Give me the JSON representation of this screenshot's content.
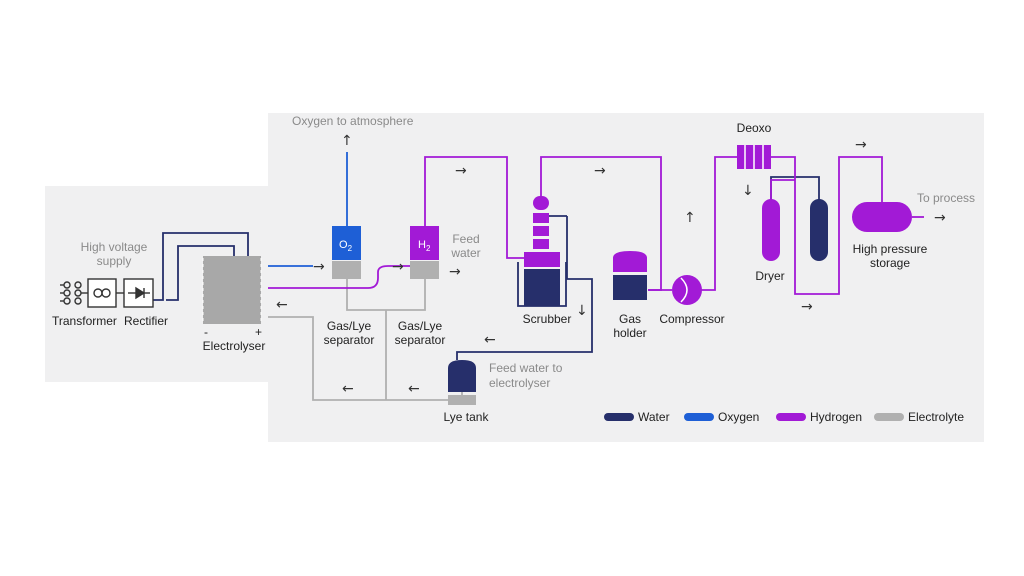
{
  "colors": {
    "water": "#262f6b",
    "oxygen": "#1e5fd6",
    "hydrogen": "#a21ad6",
    "electrolyte": "#b0b0b0",
    "panel": "#f0f0f1"
  },
  "labels": {
    "oxygen_to_atmosphere": "Oxygen to atmosphere",
    "high_voltage_1": "High voltage",
    "high_voltage_2": "supply",
    "transformer": "Transformer",
    "rectifier": "Rectifier",
    "electrolyser": "Electrolyser",
    "minus": "-",
    "plus": "+",
    "o2": "O",
    "o2_sub": "2",
    "h2": "H",
    "h2_sub": "2",
    "gas_lye_1": "Gas/Lye",
    "gas_lye_2": "separator",
    "feed_water_1": "Feed",
    "feed_water_2": "water",
    "scrubber": "Scrubber",
    "gas_holder_1": "Gas",
    "gas_holder_2": "holder",
    "compressor": "Compressor",
    "deoxo": "Deoxo",
    "dryer": "Dryer",
    "hp_storage_1": "High pressure",
    "hp_storage_2": "storage",
    "to_process": "To process",
    "feed_water_lye_1": "Feed water to",
    "feed_water_lye_2": "electrolyser",
    "lye_tank": "Lye tank"
  },
  "legend": [
    {
      "label": "Water",
      "color": "#262f6b"
    },
    {
      "label": "Oxygen",
      "color": "#1e5fd6"
    },
    {
      "label": "Hydrogen",
      "color": "#a21ad6"
    },
    {
      "label": "Electrolyte",
      "color": "#b0b0b0"
    }
  ]
}
